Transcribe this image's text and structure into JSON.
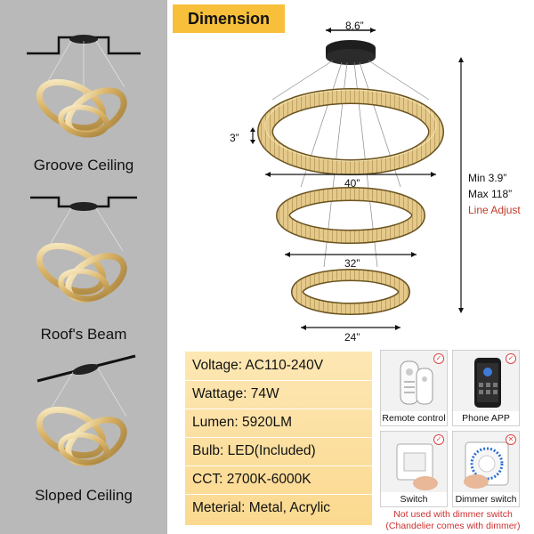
{
  "mount_types": {
    "groove": "Groove Ceiling",
    "beam": "Roof's Beam",
    "sloped": "Sloped Ceiling"
  },
  "dimension": {
    "title": "Dimension",
    "canopy_width": "8.6”",
    "ring_height": "3”",
    "ring_large": "40”",
    "ring_medium": "32”",
    "ring_small": "24”",
    "height_min": "Min 3.9”",
    "height_max": "Max 118”",
    "height_note": "Line Adjust"
  },
  "specs": [
    "Voltage: AC110-240V",
    "Wattage: 74W",
    "Lumen: 5920LM",
    "Bulb: LED(Included)",
    "CCT: 2700K-6000K",
    "Meterial: Metal, Acrylic"
  ],
  "controls": {
    "remote": "Remote control",
    "phone": "Phone APP",
    "switch": "Switch",
    "dimmer": "Dimmer switch",
    "note_line1": "Not used with dimmer switch",
    "note_line2": "(Chandelier comes with dimmer)"
  },
  "colors": {
    "accent": "#f7bf3a",
    "spec_bg": "#fbd98f",
    "warning": "#d03030",
    "crystal": "#d8b266"
  }
}
